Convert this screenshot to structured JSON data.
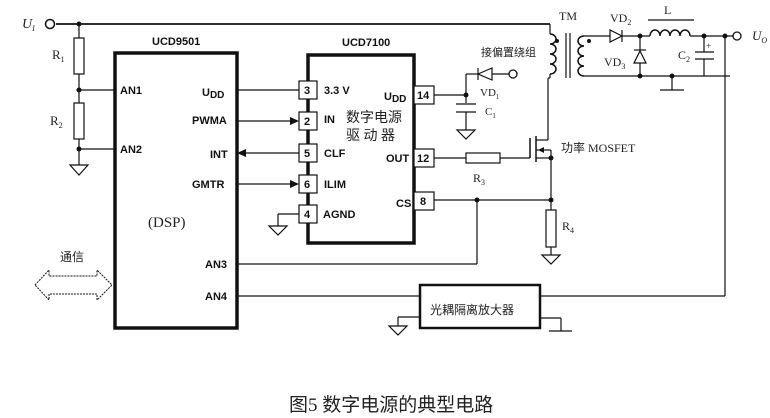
{
  "figure": {
    "caption": "图5  数字电源的典型电路"
  },
  "terminals": {
    "input": {
      "label": "U",
      "sub": "I"
    },
    "output": {
      "label": "U",
      "sub": "O"
    }
  },
  "resistors": {
    "r1": {
      "label": "R",
      "sub": "1"
    },
    "r2": {
      "label": "R",
      "sub": "2"
    },
    "r3": {
      "label": "R",
      "sub": "3"
    },
    "r4": {
      "label": "R",
      "sub": "4"
    }
  },
  "capacitors": {
    "c1": {
      "label": "C",
      "sub": "1"
    },
    "c2": {
      "label": "C",
      "sub": "2"
    }
  },
  "diodes": {
    "vd1": {
      "label": "VD",
      "sub": "1"
    },
    "vd2": {
      "label": "VD",
      "sub": "2"
    },
    "vd3": {
      "label": "VD",
      "sub": "3"
    }
  },
  "inductor": {
    "label": "L"
  },
  "transformer": {
    "label": "TM",
    "bias_winding": "接偏置绕组"
  },
  "mosfet": {
    "label": "功率 MOSFET"
  },
  "ucd9501": {
    "title": "UCD9501",
    "subtitle": "(DSP)",
    "pins_left": [
      "AN1",
      "AN2"
    ],
    "pins_right": [
      "U",
      "PWMA",
      "INT",
      "GMTR",
      "AN3",
      "AN4"
    ],
    "udd_sub": "DD"
  },
  "ucd7100": {
    "title": "UCD7100",
    "desc_line1": "数字电源",
    "desc_line2": "驱 动 器",
    "left_pins": [
      {
        "num": "3",
        "label": "3.3 V"
      },
      {
        "num": "2",
        "label": "IN"
      },
      {
        "num": "5",
        "label": "CLF"
      },
      {
        "num": "6",
        "label": "ILIM"
      },
      {
        "num": "4",
        "label": "AGND"
      }
    ],
    "right_pins": [
      {
        "num": "14",
        "label": "U",
        "sub": "DD"
      },
      {
        "num": "12",
        "label": "OUT"
      },
      {
        "num": "8",
        "label": "CS"
      }
    ]
  },
  "comm": {
    "label": "通信"
  },
  "optocoupler": {
    "label": "光耦隔离放大器"
  }
}
